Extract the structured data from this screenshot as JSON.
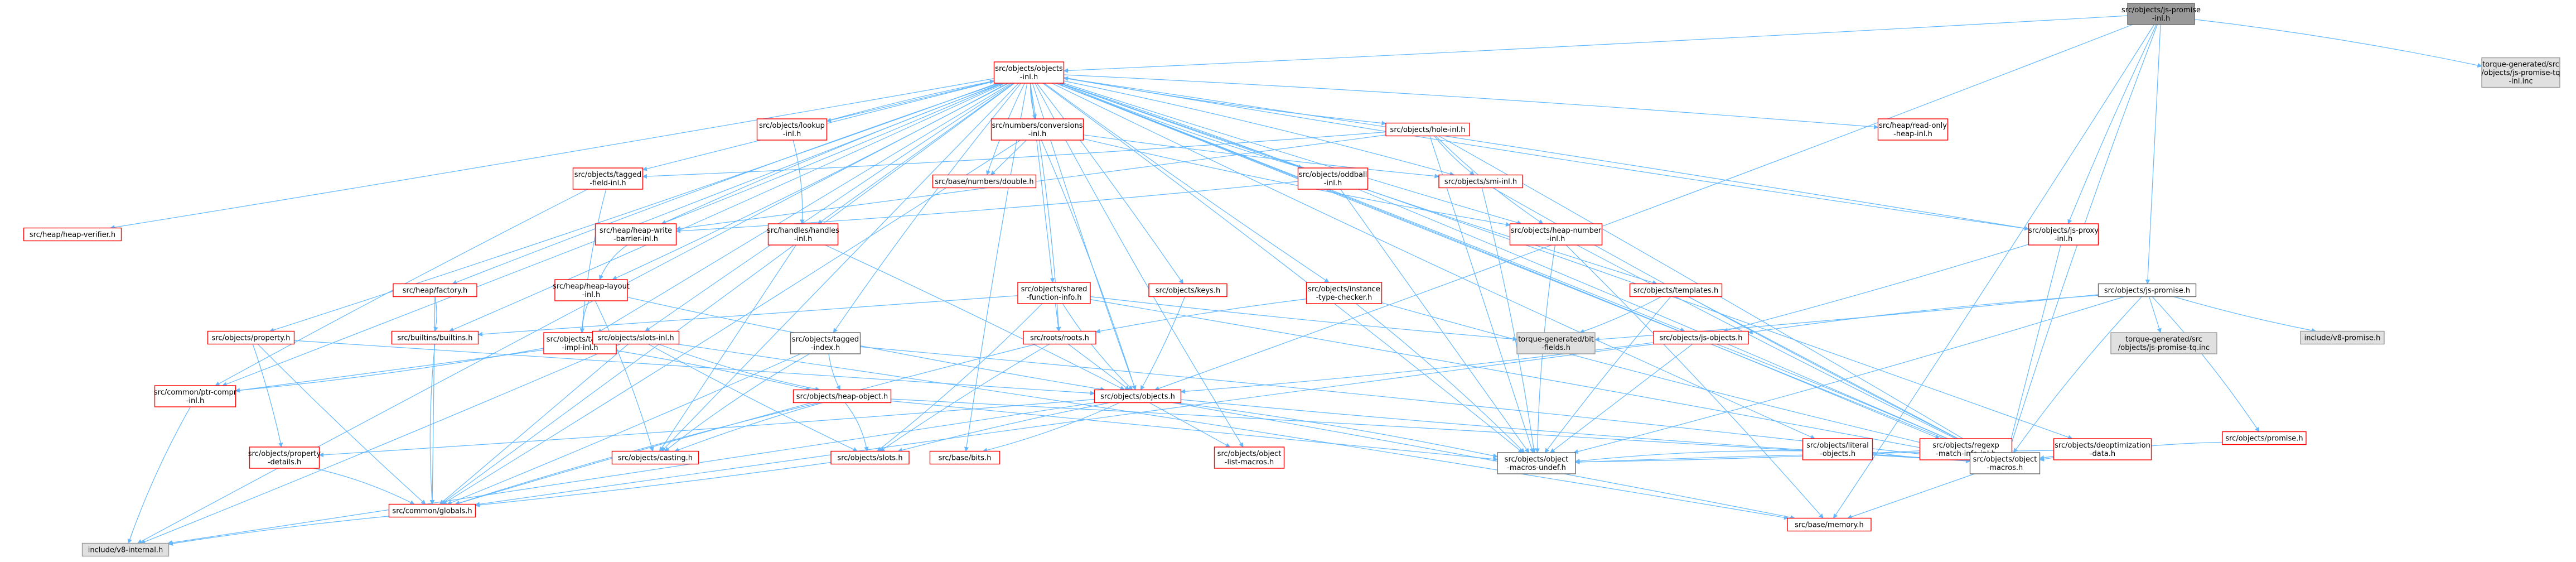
{
  "colors": {
    "root_fill": "#999999",
    "root_stroke": "#666666",
    "normal_fill": "#ffffff",
    "normal_stroke": "#ff0000",
    "leaf_fill": "#e0e0e0",
    "leaf_stroke": "#999999",
    "leaf_plain_stroke": "#666666",
    "edge": "#63b8ff"
  },
  "nodes": [
    {
      "id": "js_promise_inl",
      "lines": [
        "src/objects/js-promise",
        "-inl.h"
      ],
      "kind": "root"
    },
    {
      "id": "tg_js_promise_tq_inl",
      "lines": [
        "torque-generated/src",
        "/objects/js-promise-tq",
        "-inl.inc"
      ],
      "kind": "leaf"
    },
    {
      "id": "objects_inl",
      "lines": [
        "src/objects/objects",
        "-inl.h"
      ],
      "kind": "normal"
    },
    {
      "id": "lookup_inl",
      "lines": [
        "src/objects/lookup",
        "-inl.h"
      ],
      "kind": "normal"
    },
    {
      "id": "conversions_inl",
      "lines": [
        "src/numbers/conversions",
        "-inl.h"
      ],
      "kind": "normal"
    },
    {
      "id": "hole_inl",
      "lines": [
        "src/objects/hole-inl.h"
      ],
      "kind": "normal"
    },
    {
      "id": "read_only_heap_inl",
      "lines": [
        "src/heap/read-only",
        "-heap-inl.h"
      ],
      "kind": "normal"
    },
    {
      "id": "heap_verifier",
      "lines": [
        "src/heap/heap-verifier.h"
      ],
      "kind": "normal"
    },
    {
      "id": "tagged_field_inl",
      "lines": [
        "src/objects/tagged",
        "-field-inl.h"
      ],
      "kind": "normal"
    },
    {
      "id": "double_h",
      "lines": [
        "src/base/numbers/double.h"
      ],
      "kind": "normal"
    },
    {
      "id": "oddball_inl",
      "lines": [
        "src/objects/oddball",
        "-inl.h"
      ],
      "kind": "normal"
    },
    {
      "id": "smi_inl",
      "lines": [
        "src/objects/smi-inl.h"
      ],
      "kind": "normal"
    },
    {
      "id": "js_proxy_inl",
      "lines": [
        "src/objects/js-proxy",
        "-inl.h"
      ],
      "kind": "normal"
    },
    {
      "id": "heap_write_barrier_inl",
      "lines": [
        "src/heap/heap-write",
        "-barrier-inl.h"
      ],
      "kind": "normal"
    },
    {
      "id": "handles_inl",
      "lines": [
        "src/handles/handles",
        "-inl.h"
      ],
      "kind": "normal"
    },
    {
      "id": "heap_number_inl",
      "lines": [
        "src/objects/heap-number",
        "-inl.h"
      ],
      "kind": "normal"
    },
    {
      "id": "heap_factory",
      "lines": [
        "src/heap/factory.h"
      ],
      "kind": "normal"
    },
    {
      "id": "heap_layout_inl",
      "lines": [
        "src/heap/heap-layout",
        "-inl.h"
      ],
      "kind": "normal"
    },
    {
      "id": "keys_h",
      "lines": [
        "src/objects/keys.h"
      ],
      "kind": "normal"
    },
    {
      "id": "shared_function_info_inl",
      "lines": [
        "src/objects/shared",
        "-function-info.h"
      ],
      "kind": "normal"
    },
    {
      "id": "instance_type_checker",
      "lines": [
        "src/objects/instance",
        "-type-checker.h"
      ],
      "kind": "normal"
    },
    {
      "id": "templates_h",
      "lines": [
        "src/objects/templates.h"
      ],
      "kind": "normal"
    },
    {
      "id": "js_promise_h",
      "lines": [
        "src/objects/js-promise.h"
      ],
      "kind": "normal_plain"
    },
    {
      "id": "property_h",
      "lines": [
        "src/objects/property.h"
      ],
      "kind": "normal"
    },
    {
      "id": "builtins_h",
      "lines": [
        "src/builtins/builtins.h"
      ],
      "kind": "normal"
    },
    {
      "id": "tagged_impl_inl",
      "lines": [
        "src/objects/tagged",
        "-impl-inl.h"
      ],
      "kind": "normal"
    },
    {
      "id": "slots_inl",
      "lines": [
        "src/objects/slots-inl.h"
      ],
      "kind": "normal"
    },
    {
      "id": "tagged_index",
      "lines": [
        "src/objects/tagged",
        "-index.h"
      ],
      "kind": "normal_plain"
    },
    {
      "id": "roots_h",
      "lines": [
        "src/roots/roots.h"
      ],
      "kind": "normal"
    },
    {
      "id": "tg_bit_fields",
      "lines": [
        "torque-generated/bit",
        "-fields.h"
      ],
      "kind": "leaf"
    },
    {
      "id": "js_objects_h",
      "lines": [
        "src/objects/js-objects.h"
      ],
      "kind": "normal"
    },
    {
      "id": "tg_js_promise_tq_inc",
      "lines": [
        "torque-generated/src",
        "/objects/js-promise-tq.inc"
      ],
      "kind": "leaf"
    },
    {
      "id": "v8_promise",
      "lines": [
        "include/v8-promise.h"
      ],
      "kind": "leaf"
    },
    {
      "id": "ptr_compr_inl",
      "lines": [
        "src/common/ptr-compr",
        "-inl.h"
      ],
      "kind": "normal"
    },
    {
      "id": "heap_object_h",
      "lines": [
        "src/objects/heap-object.h"
      ],
      "kind": "normal"
    },
    {
      "id": "objects_h",
      "lines": [
        "src/objects/objects.h"
      ],
      "kind": "normal"
    },
    {
      "id": "literal_objects",
      "lines": [
        "src/objects/literal",
        "-objects.h"
      ],
      "kind": "normal"
    },
    {
      "id": "regexp_match_info_inl",
      "lines": [
        "src/objects/regexp",
        "-match-info-inl.h"
      ],
      "kind": "normal"
    },
    {
      "id": "deoptimization_data",
      "lines": [
        "src/objects/deoptimization",
        "-data.h"
      ],
      "kind": "normal"
    },
    {
      "id": "promise_h",
      "lines": [
        "src/objects/promise.h"
      ],
      "kind": "normal"
    },
    {
      "id": "property_details",
      "lines": [
        "src/objects/property",
        "-details.h"
      ],
      "kind": "normal"
    },
    {
      "id": "casting_h",
      "lines": [
        "src/objects/casting.h"
      ],
      "kind": "normal"
    },
    {
      "id": "slots_h",
      "lines": [
        "src/objects/slots.h"
      ],
      "kind": "normal"
    },
    {
      "id": "bits_h",
      "lines": [
        "src/base/bits.h"
      ],
      "kind": "normal"
    },
    {
      "id": "object_list_macros",
      "lines": [
        "src/objects/object",
        "-list-macros.h"
      ],
      "kind": "normal"
    },
    {
      "id": "object_macros_undef",
      "lines": [
        "src/objects/object",
        "-macros-undef.h"
      ],
      "kind": "normal_plain"
    },
    {
      "id": "object_macros",
      "lines": [
        "src/objects/object",
        "-macros.h"
      ],
      "kind": "normal_plain"
    },
    {
      "id": "globals_h",
      "lines": [
        "src/common/globals.h"
      ],
      "kind": "normal"
    },
    {
      "id": "memory_h",
      "lines": [
        "src/base/memory.h"
      ],
      "kind": "normal"
    },
    {
      "id": "v8_internal",
      "lines": [
        "include/v8-internal.h"
      ],
      "kind": "leaf"
    }
  ],
  "edges": [
    [
      "js_promise_inl",
      "tg_js_promise_tq_inl"
    ],
    [
      "js_promise_inl",
      "objects_inl"
    ],
    [
      "js_promise_inl",
      "js_promise_h"
    ],
    [
      "js_promise_inl",
      "js_proxy_inl"
    ],
    [
      "js_promise_inl",
      "object_macros"
    ],
    [
      "js_promise_inl",
      "objects_h"
    ],
    [
      "js_promise_inl",
      "memory_h"
    ],
    [
      "objects_inl",
      "lookup_inl"
    ],
    [
      "objects_inl",
      "conversions_inl"
    ],
    [
      "objects_inl",
      "hole_inl"
    ],
    [
      "objects_inl",
      "read_only_heap_inl"
    ],
    [
      "objects_inl",
      "heap_verifier"
    ],
    [
      "objects_inl",
      "tagged_field_inl"
    ],
    [
      "objects_inl",
      "double_h"
    ],
    [
      "objects_inl",
      "oddball_inl"
    ],
    [
      "objects_inl",
      "smi_inl"
    ],
    [
      "objects_inl",
      "heap_write_barrier_inl"
    ],
    [
      "objects_inl",
      "handles_inl"
    ],
    [
      "objects_inl",
      "heap_number_inl"
    ],
    [
      "objects_inl",
      "heap_factory"
    ],
    [
      "objects_inl",
      "heap_layout_inl"
    ],
    [
      "objects_inl",
      "keys_h"
    ],
    [
      "objects_inl",
      "shared_function_info_inl"
    ],
    [
      "objects_inl",
      "instance_type_checker"
    ],
    [
      "objects_inl",
      "templates_h"
    ],
    [
      "objects_inl",
      "property_h"
    ],
    [
      "objects_inl",
      "builtins_h"
    ],
    [
      "objects_inl",
      "tagged_impl_inl"
    ],
    [
      "objects_inl",
      "slots_inl"
    ],
    [
      "objects_inl",
      "tagged_index"
    ],
    [
      "objects_inl",
      "roots_h"
    ],
    [
      "objects_inl",
      "js_objects_h"
    ],
    [
      "objects_inl",
      "ptr_compr_inl"
    ],
    [
      "objects_inl",
      "objects_h"
    ],
    [
      "objects_inl",
      "literal_objects"
    ],
    [
      "objects_inl",
      "regexp_match_info_inl"
    ],
    [
      "objects_inl",
      "deoptimization_data"
    ],
    [
      "objects_inl",
      "casting_h"
    ],
    [
      "objects_inl",
      "bits_h"
    ],
    [
      "objects_inl",
      "object_list_macros"
    ],
    [
      "objects_inl",
      "object_macros_undef"
    ],
    [
      "objects_inl",
      "object_macros"
    ],
    [
      "objects_inl",
      "globals_h"
    ],
    [
      "objects_inl",
      "v8_internal"
    ],
    [
      "objects_inl",
      "js_proxy_inl"
    ],
    [
      "lookup_inl",
      "handles_inl"
    ],
    [
      "lookup_inl",
      "objects_inl"
    ],
    [
      "conversions_inl",
      "double_h"
    ],
    [
      "conversions_inl",
      "smi_inl"
    ],
    [
      "conversions_inl",
      "heap_number_inl"
    ],
    [
      "conversions_inl",
      "objects_h"
    ],
    [
      "conversions_inl",
      "globals_h"
    ],
    [
      "hole_inl",
      "heap_write_barrier_inl"
    ],
    [
      "hole_inl",
      "smi_inl"
    ],
    [
      "hole_inl",
      "heap_number_inl"
    ],
    [
      "hole_inl",
      "tagged_field_inl"
    ],
    [
      "hole_inl",
      "object_macros"
    ],
    [
      "hole_inl",
      "object_macros_undef"
    ],
    [
      "tagged_field_inl",
      "ptr_compr_inl"
    ],
    [
      "tagged_field_inl",
      "tagged_impl_inl"
    ],
    [
      "oddball_inl",
      "heap_write_barrier_inl"
    ],
    [
      "oddball_inl",
      "object_macros"
    ],
    [
      "oddball_inl",
      "object_macros_undef"
    ],
    [
      "oddball_inl",
      "objects_inl"
    ],
    [
      "smi_inl",
      "object_macros"
    ],
    [
      "smi_inl",
      "object_macros_undef"
    ],
    [
      "js_proxy_inl",
      "js_objects_h"
    ],
    [
      "js_proxy_inl",
      "object_macros"
    ],
    [
      "js_proxy_inl",
      "objects_inl"
    ],
    [
      "heap_write_barrier_inl",
      "heap_layout_inl"
    ],
    [
      "heap_write_barrier_inl",
      "objects_inl"
    ],
    [
      "handles_inl",
      "objects_h"
    ],
    [
      "handles_inl",
      "casting_h"
    ],
    [
      "heap_number_inl",
      "object_macros"
    ],
    [
      "heap_number_inl",
      "object_macros_undef"
    ],
    [
      "heap_number_inl",
      "memory_h"
    ],
    [
      "heap_factory",
      "builtins_h"
    ],
    [
      "heap_factory",
      "globals_h"
    ],
    [
      "heap_layout_inl",
      "tagged_impl_inl"
    ],
    [
      "heap_layout_inl",
      "objects_h"
    ],
    [
      "heap_layout_inl",
      "casting_h"
    ],
    [
      "keys_h",
      "objects_h"
    ],
    [
      "shared_function_info_inl",
      "roots_h"
    ],
    [
      "shared_function_info_inl",
      "tg_bit_fields"
    ],
    [
      "shared_function_info_inl",
      "objects_h"
    ],
    [
      "shared_function_info_inl",
      "slots_h"
    ],
    [
      "shared_function_info_inl",
      "object_macros"
    ],
    [
      "shared_function_info_inl",
      "builtins_h"
    ],
    [
      "instance_type_checker",
      "roots_h"
    ],
    [
      "instance_type_checker",
      "object_macros"
    ],
    [
      "instance_type_checker",
      "object_macros_undef"
    ],
    [
      "templates_h",
      "tg_bit_fields"
    ],
    [
      "templates_h",
      "object_macros"
    ],
    [
      "templates_h",
      "object_macros_undef"
    ],
    [
      "js_promise_h",
      "js_objects_h"
    ],
    [
      "js_promise_h",
      "promise_h"
    ],
    [
      "js_promise_h",
      "tg_bit_fields"
    ],
    [
      "js_promise_h",
      "tg_js_promise_tq_inc"
    ],
    [
      "js_promise_h",
      "v8_promise"
    ],
    [
      "js_promise_h",
      "object_macros"
    ],
    [
      "js_promise_h",
      "object_macros_undef"
    ],
    [
      "property_h",
      "property_details"
    ],
    [
      "property_h",
      "objects_h"
    ],
    [
      "property_h",
      "globals_h"
    ],
    [
      "builtins_h",
      "globals_h"
    ],
    [
      "tagged_impl_inl",
      "ptr_compr_inl"
    ],
    [
      "tagged_impl_inl",
      "heap_object_h"
    ],
    [
      "slots_inl",
      "ptr_compr_inl"
    ],
    [
      "slots_inl",
      "slots_h"
    ],
    [
      "slots_inl",
      "heap_object_h"
    ],
    [
      "slots_inl",
      "memory_h"
    ],
    [
      "slots_inl",
      "v8_internal"
    ],
    [
      "slots_inl",
      "globals_h"
    ],
    [
      "tagged_index",
      "heap_object_h"
    ],
    [
      "tagged_index",
      "casting_h"
    ],
    [
      "tagged_index",
      "object_macros"
    ],
    [
      "tagged_index",
      "globals_h"
    ],
    [
      "roots_h",
      "objects_h"
    ],
    [
      "roots_h",
      "slots_h"
    ],
    [
      "roots_h",
      "globals_h"
    ],
    [
      "js_objects_h",
      "objects_h"
    ],
    [
      "js_objects_h",
      "object_macros"
    ],
    [
      "js_objects_h",
      "object_macros_undef"
    ],
    [
      "js_objects_h",
      "globals_h"
    ],
    [
      "ptr_compr_inl",
      "v8_internal"
    ],
    [
      "heap_object_h",
      "slots_h"
    ],
    [
      "heap_object_h",
      "object_macros"
    ],
    [
      "heap_object_h",
      "object_macros_undef"
    ],
    [
      "heap_object_h",
      "casting_h"
    ],
    [
      "heap_object_h",
      "globals_h"
    ],
    [
      "objects_h",
      "bits_h"
    ],
    [
      "objects_h",
      "property_details"
    ],
    [
      "objects_h",
      "object_list_macros"
    ],
    [
      "objects_h",
      "slots_h"
    ],
    [
      "objects_h",
      "object_macros"
    ],
    [
      "objects_h",
      "object_macros_undef"
    ],
    [
      "objects_h",
      "memory_h"
    ],
    [
      "objects_h",
      "v8_internal"
    ],
    [
      "literal_objects",
      "object_macros"
    ],
    [
      "literal_objects",
      "object_macros_undef"
    ],
    [
      "regexp_match_info_inl",
      "object_macros"
    ],
    [
      "regexp_match_info_inl",
      "object_macros_undef"
    ],
    [
      "deoptimization_data",
      "object_macros"
    ],
    [
      "deoptimization_data",
      "object_macros_undef"
    ],
    [
      "promise_h",
      "object_macros"
    ],
    [
      "property_details",
      "globals_h"
    ],
    [
      "slots_h",
      "globals_h"
    ],
    [
      "object_macros",
      "memory_h"
    ],
    [
      "globals_h",
      "v8_internal"
    ]
  ]
}
